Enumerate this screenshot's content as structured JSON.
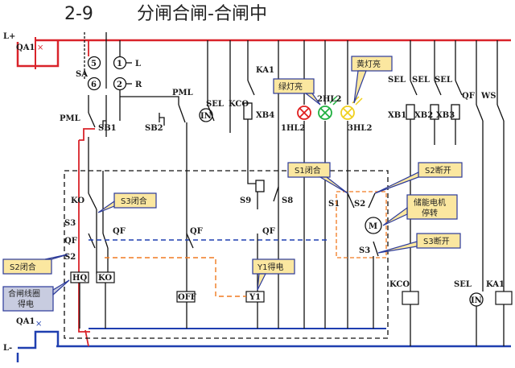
{
  "title": {
    "number": "2-9",
    "text": "分闸合闸-合闸中"
  },
  "colors": {
    "live_bus": "#d9232a",
    "neutral_bus": "#1f3fb0",
    "closing_path": "#d9232a",
    "coil_path": "#f07a20",
    "callout_bg": "#fbe7a0",
    "callout_border": "#2b3a9a",
    "lamp_red": "#e02020",
    "lamp_green": "#20b040",
    "lamp_yellow": "#f0d020"
  },
  "labels": {
    "l_plus": "L+",
    "l_minus": "L-",
    "qa1_top": "QA1",
    "qa1_bottom": "QA1",
    "sa": "SA",
    "contact_5": "5",
    "contact_1": "1",
    "contact_6": "6",
    "contact_2": "2",
    "l": "L",
    "r": "R",
    "pml_left": "PML",
    "pml_mid": "PML",
    "sb1": "SB1",
    "sb2": "SB2",
    "ka1_top": "KA1",
    "sel_top": "SEL",
    "kco_top": "KCO",
    "xb4": "XB4",
    "in_top": "IN",
    "hl1": "1HL2",
    "hl2": "2HL2",
    "hl3": "3HL2",
    "sel1": "SEL",
    "sel2": "SEL",
    "sel3": "SEL",
    "xb1": "XB1",
    "xb2": "XB2",
    "xb3": "XB3",
    "qf_top": "QF",
    "ws": "WS",
    "ko_label": "KO",
    "s3": "S3",
    "qf_left": "QF",
    "s2": "S2",
    "qf_a": "QF",
    "qf_b": "QF",
    "qf_c": "QF",
    "s9": "S9",
    "s8": "S8",
    "s1": "S1",
    "s2_right": "S2",
    "s3_right": "S3",
    "motor": "M",
    "hq": "HQ",
    "ko_box": "KO",
    "off": "OFF",
    "y1": "Y1",
    "kco_bottom": "KCO",
    "sel_bottom": "SEL",
    "in_bottom": "IN",
    "ka1_bottom": "KA1"
  },
  "callouts": {
    "green_lamp": "绿灯亮",
    "yellow_lamp": "黄灯亮",
    "s1_closed": "S1闭合",
    "s2_open": "S2断开",
    "motor_stored": [
      "储能电机",
      "停转"
    ],
    "s3_open": "S3断开",
    "s3_closed": "S3闭合",
    "s2_closed": "S2闭合",
    "y1_energized": "Y1得电",
    "coil_energized": [
      "合闸线圈",
      "得电"
    ]
  }
}
